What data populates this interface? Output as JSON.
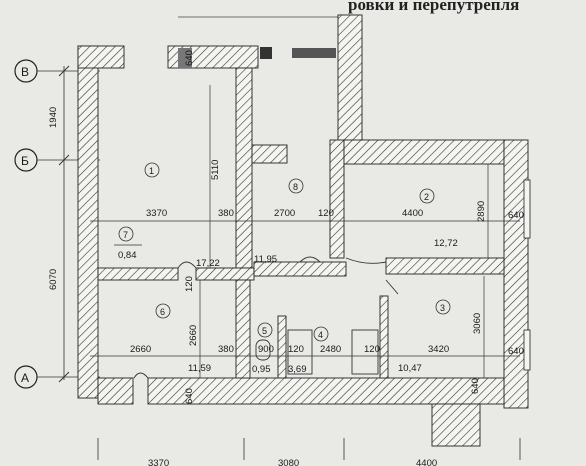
{
  "header": {
    "title_fragment": "ровки и перепутрепля"
  },
  "axes": [
    {
      "id": "В",
      "label": "В"
    },
    {
      "id": "Б",
      "label": "Б"
    },
    {
      "id": "А",
      "label": "А"
    }
  ],
  "left_dimensions": {
    "top": "1940",
    "bottom": "6070"
  },
  "rooms": [
    {
      "number": "1",
      "area": "17,22"
    },
    {
      "number": "2",
      "area": "12,72"
    },
    {
      "number": "3",
      "area": "10,47"
    },
    {
      "number": "4",
      "area": "3,69"
    },
    {
      "number": "5",
      "area": "0,95"
    },
    {
      "number": "6",
      "area": "11,59"
    },
    {
      "number": "7",
      "area": "0,84"
    },
    {
      "number": "8",
      "area": "11,95"
    }
  ],
  "dimensions": {
    "row_upper": [
      "3370",
      "380",
      "2700",
      "120",
      "4400",
      "640"
    ],
    "row_lower": [
      "2660",
      "380",
      "900",
      "120",
      "2480",
      "120",
      "3420",
      "640"
    ],
    "vertical": [
      "5110",
      "2890",
      "3060",
      "2660",
      "120"
    ],
    "small": [
      "640",
      "640",
      "640"
    ],
    "bottom": [
      "3370",
      "3080",
      "4400"
    ]
  }
}
